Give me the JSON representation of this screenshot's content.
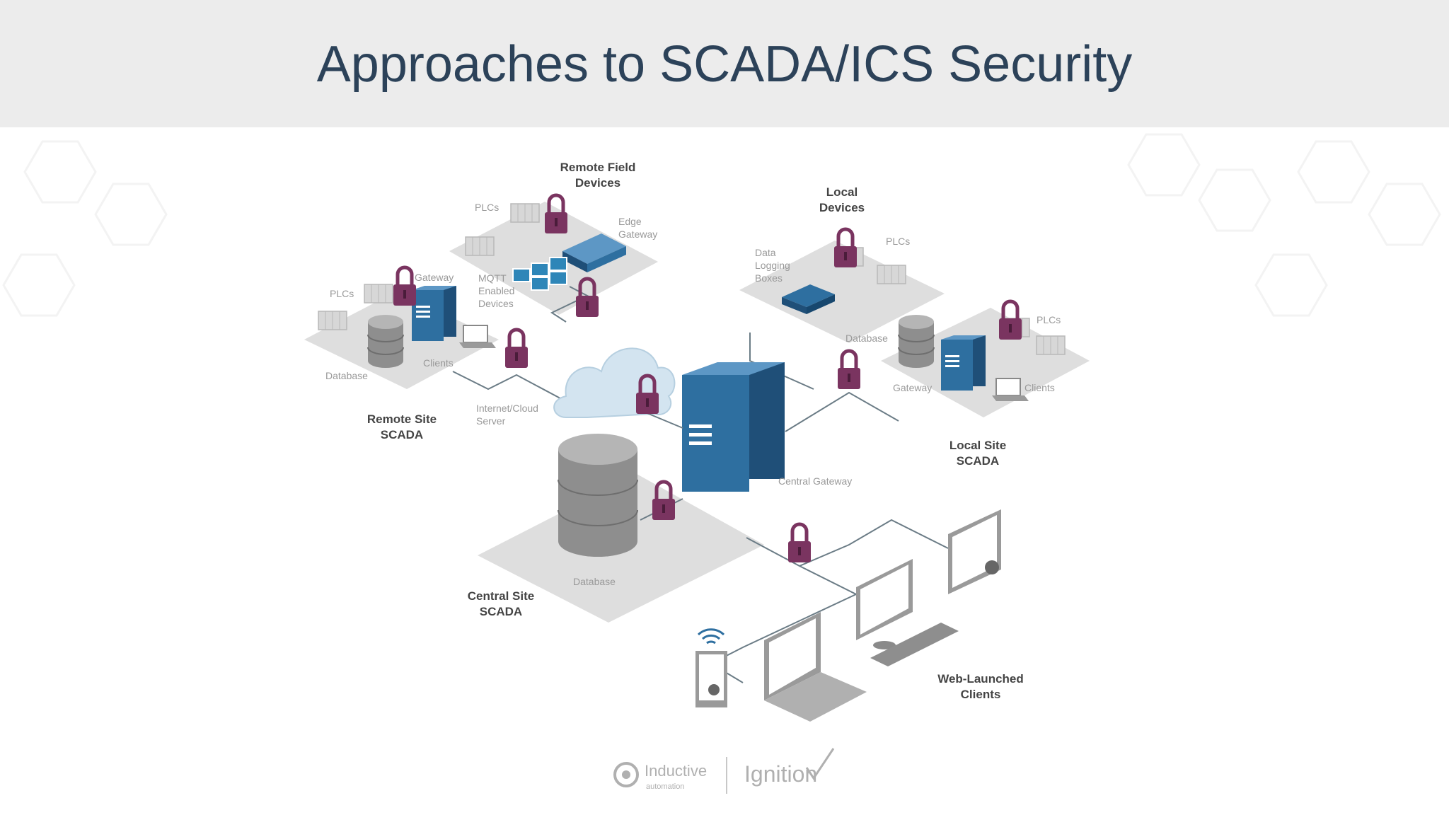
{
  "title": "Approaches to SCADA/ICS Security",
  "labels": {
    "remote_field_devices": [
      "Remote Field",
      "Devices"
    ],
    "plcs": "PLCs",
    "edge_gateway": [
      "Edge",
      "Gateway"
    ],
    "mqtt_devices": [
      "MQTT",
      "Enabled",
      "Devices"
    ],
    "gateway": "Gateway",
    "database": "Database",
    "clients": "Clients",
    "internet_cloud": [
      "Internet/Cloud",
      "Server"
    ],
    "remote_site_scada": [
      "Remote Site",
      "SCADA"
    ],
    "local_devices": [
      "Local",
      "Devices"
    ],
    "data_logging": [
      "Data",
      "Logging",
      "Boxes"
    ],
    "local_site_scada": [
      "Local Site",
      "SCADA"
    ],
    "central_gateway": "Central Gateway",
    "central_site_scada": [
      "Central Site",
      "SCADA"
    ],
    "web_launched_clients": [
      "Web-Launched",
      "Clients"
    ]
  },
  "logos": {
    "inductive": [
      "Inductive",
      "automation"
    ],
    "ignition": "Ignition"
  },
  "colors": {
    "title": "#2c4259",
    "lock": "#7a3460",
    "server": "#2e6fa0",
    "platform": "#dedede"
  }
}
